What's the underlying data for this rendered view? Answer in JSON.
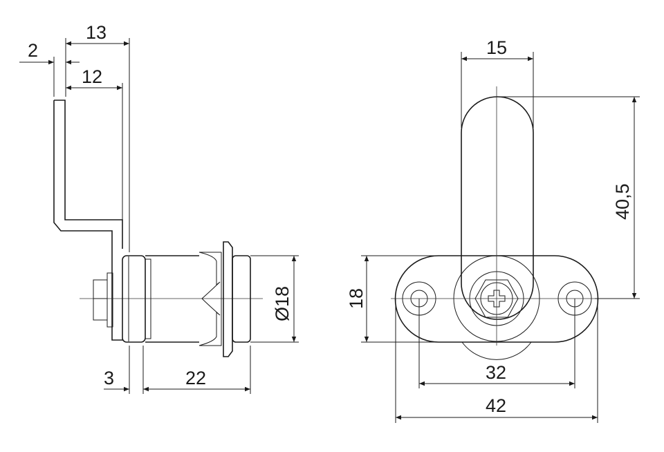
{
  "title": "Cam lock technical drawing",
  "side_view": {
    "dimensions": {
      "d13": "13",
      "d2": "2",
      "d12": "12",
      "d3": "3",
      "d22": "22",
      "dia18": "Ø18"
    }
  },
  "front_view": {
    "dimensions": {
      "d15": "15",
      "d40_5": "40,5",
      "d18": "18",
      "d32": "32",
      "d42": "42"
    }
  },
  "colors": {
    "line": "#1a1a1a",
    "background": "#ffffff"
  }
}
